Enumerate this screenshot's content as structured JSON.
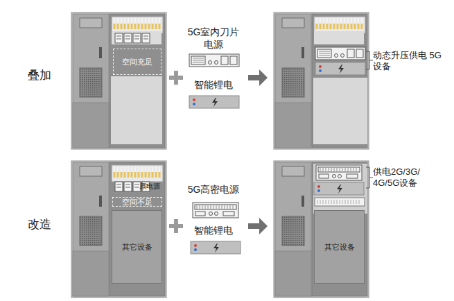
{
  "diagram": {
    "nodes": [
      {
        "text": [
          "空间充足"
        ]
      },
      {
        "text": [
          "空间不足"
        ]
      },
      {
        "text": [
          "其它设备"
        ]
      },
      {
        "text": [
          "其它设备"
        ]
      }
    ],
    "labels": [
      "叠加",
      "5G室内刀片 电源",
      "智能锂电",
      "动态升压供电 5G设备",
      "改造",
      "原电源",
      "5G高密电源",
      "智能锂电",
      "供电2G/3G/ 4G/5G设备"
    ]
  }
}
